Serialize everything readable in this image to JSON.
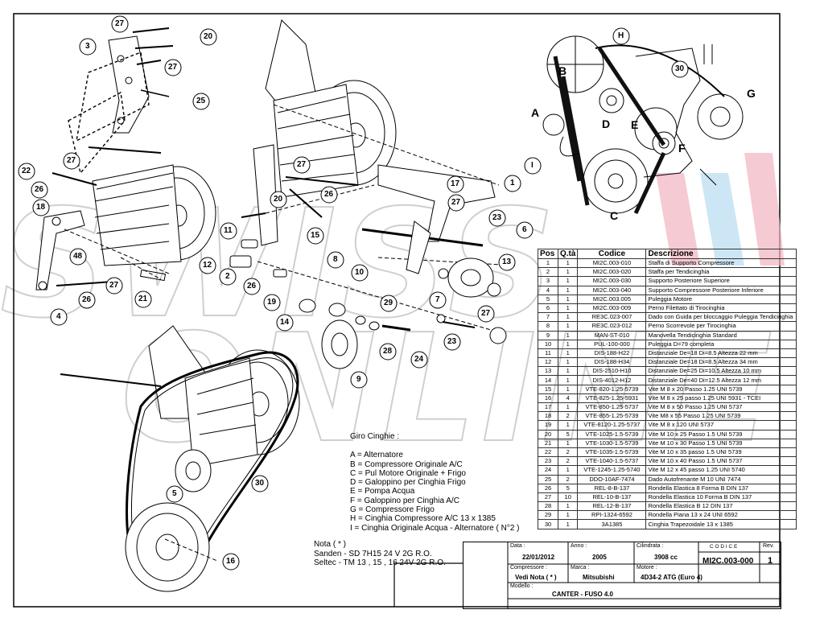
{
  "diagram_labels": {
    "callouts": [
      "27",
      "20",
      "3",
      "27",
      "25",
      "22",
      "27",
      "26",
      "18",
      "48",
      "26",
      "4",
      "27",
      "21",
      "27",
      "26",
      "20",
      "11",
      "15",
      "12",
      "2",
      "26",
      "19",
      "14",
      "29",
      "28",
      "24",
      "9",
      "5",
      "30",
      "16",
      "1",
      "17",
      "27",
      "23",
      "6",
      "8",
      "10",
      "13",
      "7",
      "27",
      "23"
    ],
    "belt_letters": [
      "H",
      "B",
      "A",
      "D",
      "E",
      "F",
      "G",
      "C",
      "I",
      "30"
    ]
  },
  "parts_table": {
    "headers": [
      "Pos",
      "Q.tà",
      "Codice",
      "Descrizione"
    ],
    "rows": [
      [
        "1",
        "1",
        "MI2C.003-010",
        "Staffa di Supporto Compressore"
      ],
      [
        "2",
        "1",
        "MI2C.003-020",
        "Staffa per Tendicinghia"
      ],
      [
        "3",
        "1",
        "MI2C.003-030",
        "Supporto Posteriore Superiore"
      ],
      [
        "4",
        "1",
        "MI2C.003-040",
        "Supporto Compressore Posteriore Inferiore"
      ],
      [
        "5",
        "1",
        "MI2C.003.005",
        "Puleggia Motore"
      ],
      [
        "6",
        "1",
        "MI2C.003-009",
        "Perno Filettato di Tirocinghia"
      ],
      [
        "7",
        "1",
        "RE3C.023-007",
        "Dado con Guida per bloccaggio Puleggia Tendicinghia"
      ],
      [
        "8",
        "1",
        "RE3C.023-012",
        "Perno Scorrevole per Tirocinghia"
      ],
      [
        "9",
        "1",
        "MAN-ST-010",
        "Manovella Tendicinghia Standard"
      ],
      [
        "10",
        "1",
        "PUL-100-000",
        "Puleggia D=79 completa"
      ],
      [
        "11",
        "1",
        "DIS-188-H22",
        "Distanziale De=18 Di=8.5 Altezza 22 mm"
      ],
      [
        "12",
        "1",
        "DIS-188-H34",
        "Distanziale De=18 Di=8.5 Altezza 34 mm"
      ],
      [
        "13",
        "1",
        "DIS-2510-H10",
        "Distanziale De=25 Di=10.5 Altezza 10 mm"
      ],
      [
        "14",
        "1",
        "DIS-4012-H12",
        "Distanziale De=40 Di=12.5 Altezza 12 mm"
      ],
      [
        "15",
        "1",
        "VTE-820-1.25-5739",
        "Vite M 8 x 20 Passo 1.25 UNI 5739"
      ],
      [
        "16",
        "4",
        "VTE-825-1.25-5931",
        "Vite M 8 x 25 passo 1.25 UNI 5931 - TCEI"
      ],
      [
        "17",
        "1",
        "VTE-850-1.25-5737",
        "Vite M 8 x 50 Passo 1.25 UNI 5737"
      ],
      [
        "18",
        "2",
        "VTE-855-1.25-5739",
        "Vite M8 x 55 Passo 1.25 UNI 5739"
      ],
      [
        "19",
        "1",
        "VTE-8120-1.25-5737",
        "Vite M 8 x 120 UNI 5737"
      ],
      [
        "20",
        "5",
        "VTE-1025-1.5-5739",
        "Vite M 10 x 25 Passo 1.5 UNI 5739"
      ],
      [
        "21",
        "1",
        "VTE-1030-1.5-5739",
        "Vite M 10 x 30 Passo 1.5 UNI 5739"
      ],
      [
        "22",
        "2",
        "VTE-1035-1.5-5739",
        "Vite M 10 x 35 passo 1.5 UNI 5739"
      ],
      [
        "23",
        "2",
        "VTE-1040-1.5-5737",
        "Vite M 10 x 40 Passo 1.5 UNI 5737"
      ],
      [
        "24",
        "1",
        "VTE-1245-1.25-5740",
        "Vite M 12 x 45 passo 1.25 UNI 5740"
      ],
      [
        "25",
        "2",
        "DDO-10AF-7474",
        "Dado Autofrenante M 10 UNI 7474"
      ],
      [
        "26",
        "5",
        "REL-8-B-137",
        "Rondella Elastica 8 Forma B DIN 137"
      ],
      [
        "27",
        "10",
        "REL-10-B-137",
        "Rondella Elastica 10 Forma B DIN 137"
      ],
      [
        "28",
        "1",
        "REL-12-B-137",
        "Rondella Elastica B 12 DIN 137"
      ],
      [
        "29",
        "1",
        "RPI-1324-6592",
        "Rondella Piana 13 x 24 UNI 6592"
      ],
      [
        "30",
        "1",
        "3A1385",
        "Cinghia Trapezoidale 13 x 1385"
      ]
    ]
  },
  "giro_cinghie": {
    "title": "Giro Cinghie :",
    "items": [
      "A = Alternatore",
      "B = Compressore Originale A/C",
      "C = Pul Motore Originale + Frigo",
      "D = Galoppino per Cinghia Frigo",
      "E = Pompa Acqua",
      "F = Galoppino per Cinghia A/C",
      "G = Compressore Frigo",
      "H = Cinghia Compressore A/C 13 x 1385",
      "I = Cinghia Originale Acqua - Alternatore ( N°2 )"
    ]
  },
  "nota": {
    "title": "Nota ( * )",
    "lines": [
      "Sanden - SD 7H15 24 V 2G R.O.",
      "Seltec - TM 13 , 15 , 16 24V 2G R.O."
    ]
  },
  "title_block": {
    "data_label": "Data :",
    "data_value": "22/01/2012",
    "anno_label": "Anno :",
    "anno_value": "2005",
    "cilindrata_label": "Cilindrata :",
    "cilindrata_value": "3908 cc",
    "codice_label": "C O D I C E",
    "codice_value": "MI2C.003-000",
    "rev_label": "Rev.",
    "rev_value": "1",
    "compressore_label": "Compressore :",
    "compressore_value": "Vedi Nota ( * )",
    "marca_label": "Marca :",
    "marca_value": "Mitsubishi",
    "motore_label": "Motore :",
    "motore_value": "4D34-2 ATG (Euro 4)",
    "modello_label": "Modello :",
    "modello_value": "CANTER - FUSO 4.0"
  },
  "watermark": {
    "text": "SWISS-ONLINE",
    "color": "#cfcfcf"
  },
  "colors": {
    "line": "#000000",
    "belt": "#111111",
    "accent_red": "#f3b5c0",
    "accent_blue": "#b9dcf2"
  }
}
